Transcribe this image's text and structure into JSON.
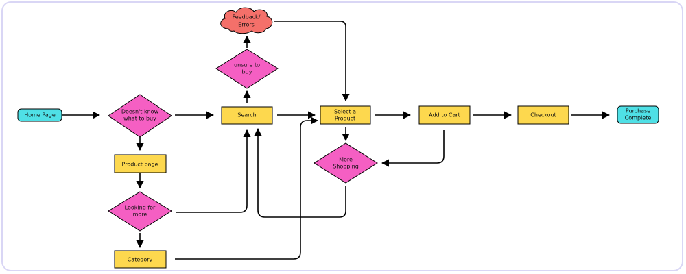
{
  "colors": {
    "terminal": "#4fe0e6",
    "decision": "#f55fc3",
    "process": "#fdd84e",
    "error": "#f4706a",
    "stroke": "#000000"
  },
  "nodes": {
    "home": {
      "lines": [
        "Home Page"
      ]
    },
    "doesnt_know": {
      "lines": [
        "Doesn't know",
        "what to buy"
      ]
    },
    "product_page": {
      "lines": [
        "Product page"
      ]
    },
    "looking_for_more": {
      "lines": [
        "Looking for",
        "more"
      ]
    },
    "category": {
      "lines": [
        "Category"
      ]
    },
    "search": {
      "lines": [
        "Search"
      ]
    },
    "unsure": {
      "lines": [
        "unsure to",
        "buy"
      ]
    },
    "feedback": {
      "lines": [
        "Feedback/",
        "Errors"
      ]
    },
    "select_product": {
      "lines": [
        "Select a",
        "Product"
      ]
    },
    "more_shopping": {
      "lines": [
        "More",
        "Shopping"
      ]
    },
    "add_to_cart": {
      "lines": [
        "Add to Cart"
      ]
    },
    "checkout": {
      "lines": [
        "Checkout"
      ]
    },
    "purchase_complete": {
      "lines": [
        "Purchase",
        "Complete"
      ]
    }
  }
}
